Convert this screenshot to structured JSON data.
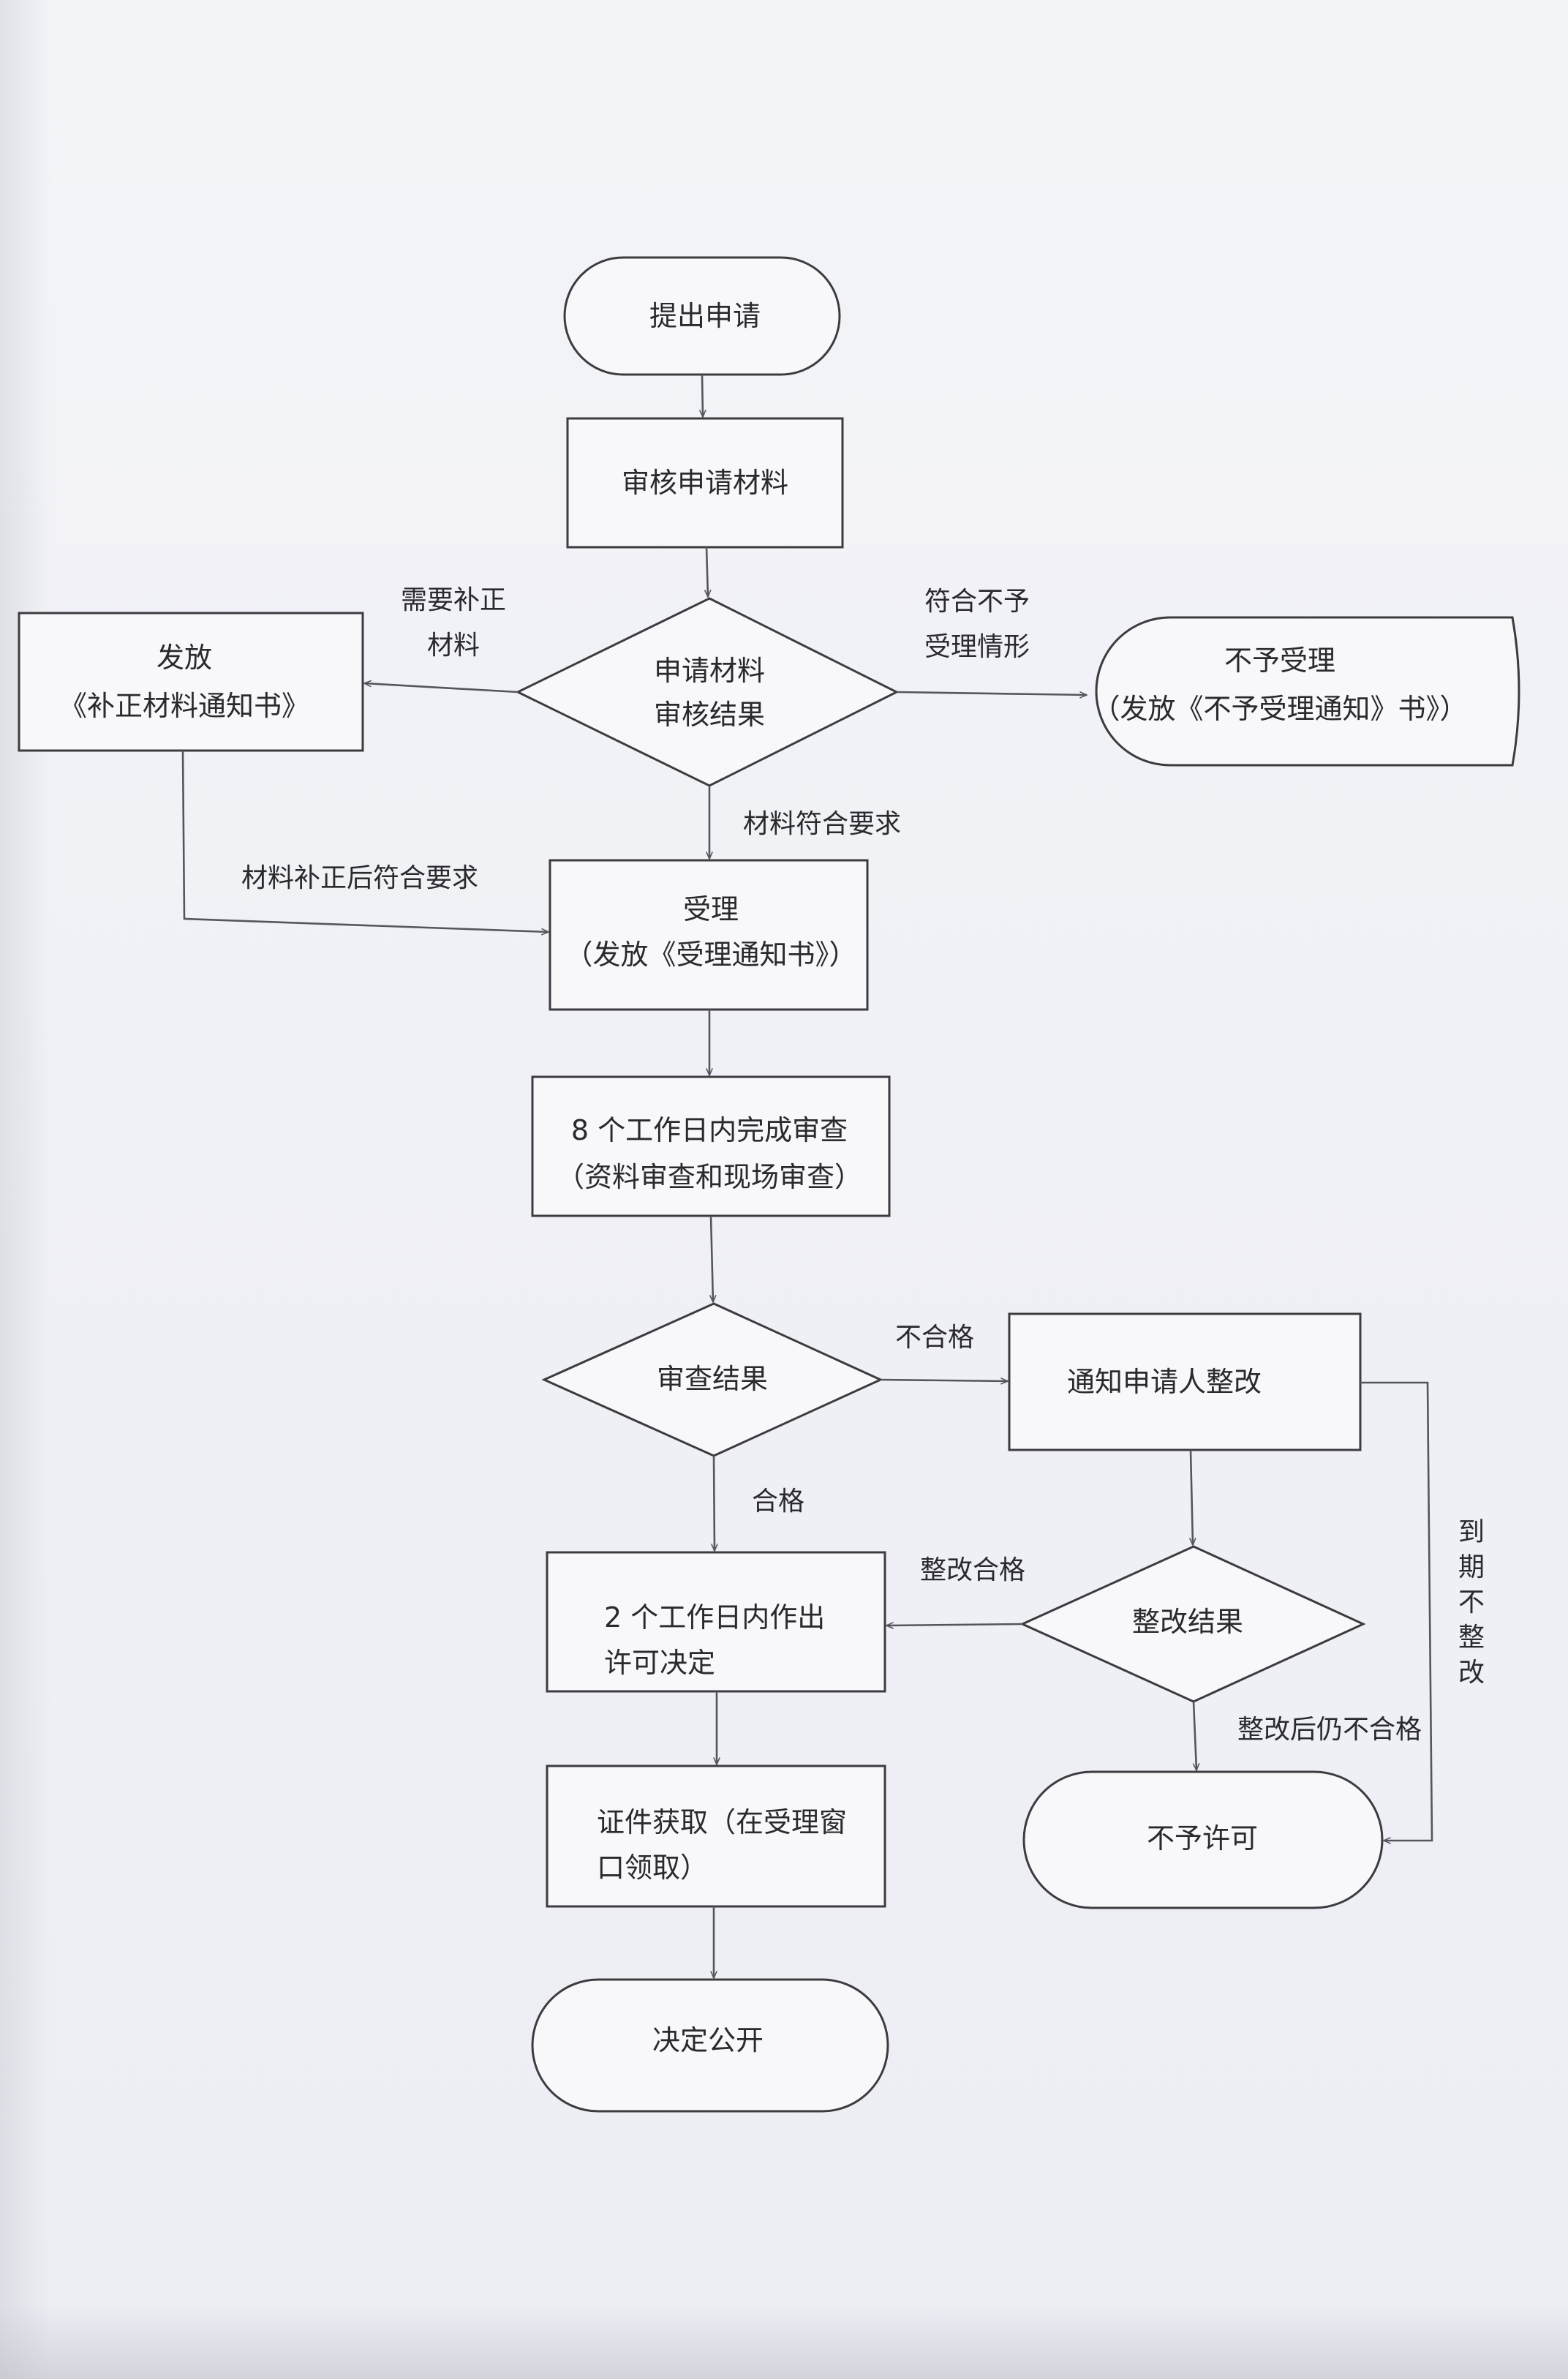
{
  "nodes": {
    "start": {
      "lines": [
        "提出申请"
      ]
    },
    "review": {
      "lines": [
        "审核申请材料"
      ]
    },
    "review_result": {
      "lines": [
        "申请材料",
        "审核结果"
      ]
    },
    "supplement": {
      "lines": [
        "发放",
        "《补正材料通知书》"
      ]
    },
    "reject_accept": {
      "lines": [
        "不予受理",
        "（发放《不予受理通知》书》）"
      ]
    },
    "accept": {
      "lines": [
        "受理",
        "（发放《受理通知书》）"
      ]
    },
    "inspect": {
      "lines": [
        "8 个工作日内完成审查",
        "（资料审查和现场审查）"
      ]
    },
    "inspect_result": {
      "lines": [
        "审查结果"
      ]
    },
    "notify_fix": {
      "lines": [
        "通知申请人整改"
      ]
    },
    "fix_result": {
      "lines": [
        "整改结果"
      ]
    },
    "decide": {
      "lines": [
        "2 个工作日内作出",
        "许可决定"
      ]
    },
    "deny": {
      "lines": [
        "不予许可"
      ]
    },
    "collect": {
      "lines": [
        "证件获取（在受理窗",
        "口领取）"
      ]
    },
    "publish": {
      "lines": [
        "决定公开"
      ]
    }
  },
  "edges": {
    "need_supplement": {
      "lines": [
        "需要补正",
        "材料"
      ]
    },
    "not_accept_case": {
      "lines": [
        "符合不予",
        "受理情形"
      ]
    },
    "materials_ok": {
      "lines": [
        "材料符合要求"
      ]
    },
    "supplement_ok": {
      "lines": [
        "材料补正后符合要求"
      ]
    },
    "fail": {
      "lines": [
        "不合格"
      ]
    },
    "pass": {
      "lines": [
        "合格"
      ]
    },
    "fix_pass": {
      "lines": [
        "整改合格"
      ]
    },
    "fix_fail": {
      "lines": [
        "整改后仍不合格"
      ]
    },
    "overdue": {
      "lines": [
        "到",
        "期",
        "不",
        "整",
        "改"
      ]
    }
  }
}
